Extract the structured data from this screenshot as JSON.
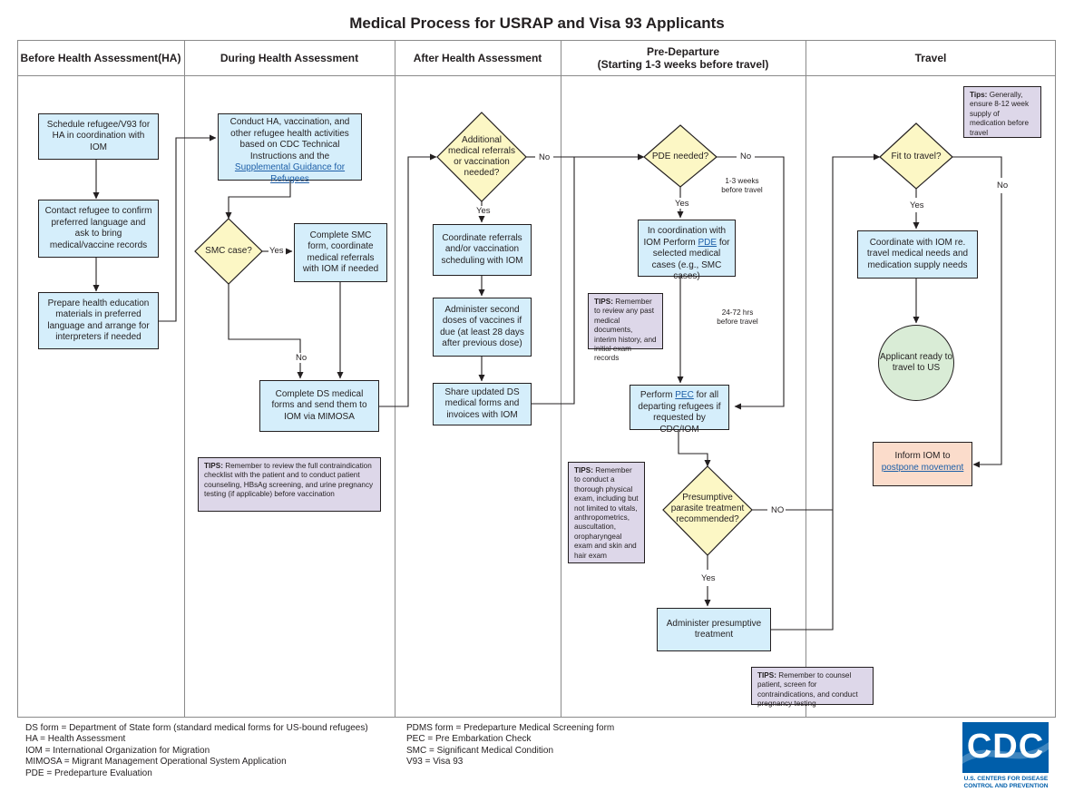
{
  "title": "Medical Process for USRAP and Visa 93 Applicants",
  "columns": [
    "Before Health Assessment(HA)",
    "During Health Assessment",
    "After Health Assessment",
    "Pre-Departure\n(Starting 1-3 weeks before travel)",
    "Travel"
  ],
  "col1": {
    "schedule": "Schedule refugee/V93 for HA in coordination with IOM",
    "contact": "Contact refugee to confirm preferred language and ask to bring medical/vaccine records",
    "prepare": "Prepare health education materials in preferred language and arrange for interpreters if needed"
  },
  "col2": {
    "conduct_pre": "Conduct HA, vaccination, and other refugee health activities based on CDC Technical Instructions and the ",
    "conduct_link": "Supplemental Guidance for Refugees",
    "smc_case": "SMC case?",
    "yes": "Yes",
    "no": "No",
    "complete_smc": "Complete SMC form, coordinate medical referrals with IOM if needed",
    "complete_ds": "Complete DS medical forms and send them to IOM via MIMOSA",
    "tips_label": "TIPS:",
    "tips_text": " Remember to review the full contraindication checklist with the patient and to conduct patient counseling, HBsAg screening, and urine pregnancy testing (if applicable) before vaccination"
  },
  "col3": {
    "additional": "Additional\nmedical referrals\nor vaccination\nneeded?",
    "yes": "Yes",
    "no": "No",
    "coordinate": "Coordinate referrals and/or vaccination scheduling with IOM",
    "administer": "Administer second doses of vaccines if due (at least 28 days after previous dose)",
    "share": "Share updated DS medical forms and invoices with IOM"
  },
  "col4": {
    "pde_needed": "PDE needed?",
    "no": "No",
    "yes": "Yes",
    "note_weeks": "1-3 weeks\nbefore travel",
    "perform_pde_pre": "In coordination with IOM Perform ",
    "perform_pde_link": "PDE",
    "perform_pde_post": " for selected medical cases (e.g., SMC cases)",
    "tips1_label": "TIPS:",
    "tips1_text": " Remember to review any past medical documents, interim history, and initial exam records",
    "note_hrs": "24-72 hrs\nbefore travel",
    "perform_pec_pre": "Perform ",
    "perform_pec_link": "PEC",
    "perform_pec_post": " for all departing refugees if requested by CDC/IOM",
    "tips2_label": "TIPS:",
    "tips2_text": " Remember to conduct a thorough physical exam, including but not limited to vitals, anthropometrics, auscultation, oropharyngeal exam and skin and hair exam",
    "presumptive": "Presumptive\nparasite treatment\nrecommended?",
    "no_caps": "NO",
    "yes2": "Yes",
    "administer_presumptive": "Administer presumptive treatment",
    "tips3_label": "TIPS:",
    "tips3_text": " Remember to counsel patient, screen for contraindications, and conduct pregnancy testing"
  },
  "col5": {
    "tips_label": "Tips:",
    "tips_text": " Generally, ensure 8-12 week supply of medication before travel",
    "fit": "Fit to travel?",
    "yes": "Yes",
    "no": "No",
    "coordinate": "Coordinate with IOM re. travel medical needs and medication supply needs",
    "applicant": "Applicant ready to travel to US",
    "inform_pre": "Inform IOM to",
    "inform_link": "postpone movement"
  },
  "legend_left": [
    "DS form = Department of State form (standard medical forms for US-bound refugees)",
    "HA = Health Assessment",
    "IOM = International Organization for Migration",
    "MIMOSA = Migrant Management Operational System Application",
    "PDE = Predeparture Evaluation"
  ],
  "legend_right": [
    "PDMS form = Predeparture Medical Screening form",
    "PEC = Pre Embarkation Check",
    "SMC = Significant Medical Condition",
    "V93 = Visa 93"
  ],
  "logo": {
    "text": "CDC",
    "subtitle": "U.S. CENTERS FOR DISEASE CONTROL AND PREVENTION"
  },
  "colors": {
    "process_box": "#d5eefb",
    "decision": "#fcf7c5",
    "tips": "#ddd7e9",
    "terminal": "#d9ecd6",
    "alert": "#fbdccb",
    "link": "#1d5fa8",
    "cdc_blue": "#005eaa"
  }
}
